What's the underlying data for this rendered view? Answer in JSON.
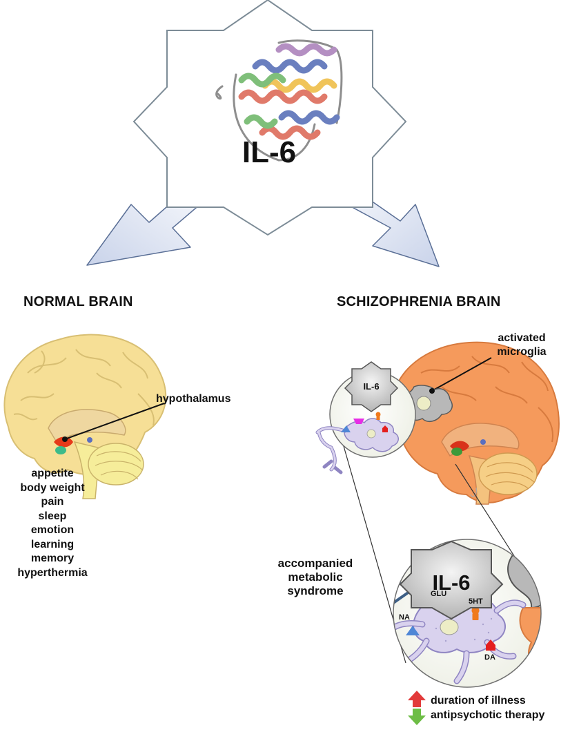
{
  "center_badge": {
    "label": "IL-6"
  },
  "left_panel": {
    "title": "NORMAL BRAIN",
    "pointer_label": "hypothalamus",
    "functions": [
      "appetite",
      "body weight",
      "pain",
      "sleep",
      "emotion",
      "learning",
      "memory",
      "hyperthermia"
    ]
  },
  "right_panel": {
    "title": "SCHIZOPHRENIA BRAIN",
    "microglia_label_line1": "activated",
    "microglia_label_line2": "microglia",
    "small_badge_label": "IL-6",
    "zoom_badge_label": "IL-6",
    "syndrome_line1": "accompanied",
    "syndrome_line2": "metabolic",
    "syndrome_line3": "syndrome",
    "neurotransmitters": {
      "glu": "GLU",
      "serotonin": "5HT",
      "na": "NA",
      "da": "DA"
    },
    "factors": {
      "line1": "duration of illness",
      "line2": "antipsychotic therapy"
    }
  },
  "colors": {
    "normal_brain": "#f6df96",
    "schizo_brain": "#f59a5c",
    "arrow_fill": "#dbe3f3",
    "badge_outline": "#6e7f8c",
    "neuron": "#d9d2ee",
    "glu": "#e62ee6",
    "serotonin": "#f07a1e",
    "na": "#4f86d6",
    "da": "#e41e1e",
    "up_arrow": "#e23a3a",
    "down_arrow": "#6dbd45"
  }
}
